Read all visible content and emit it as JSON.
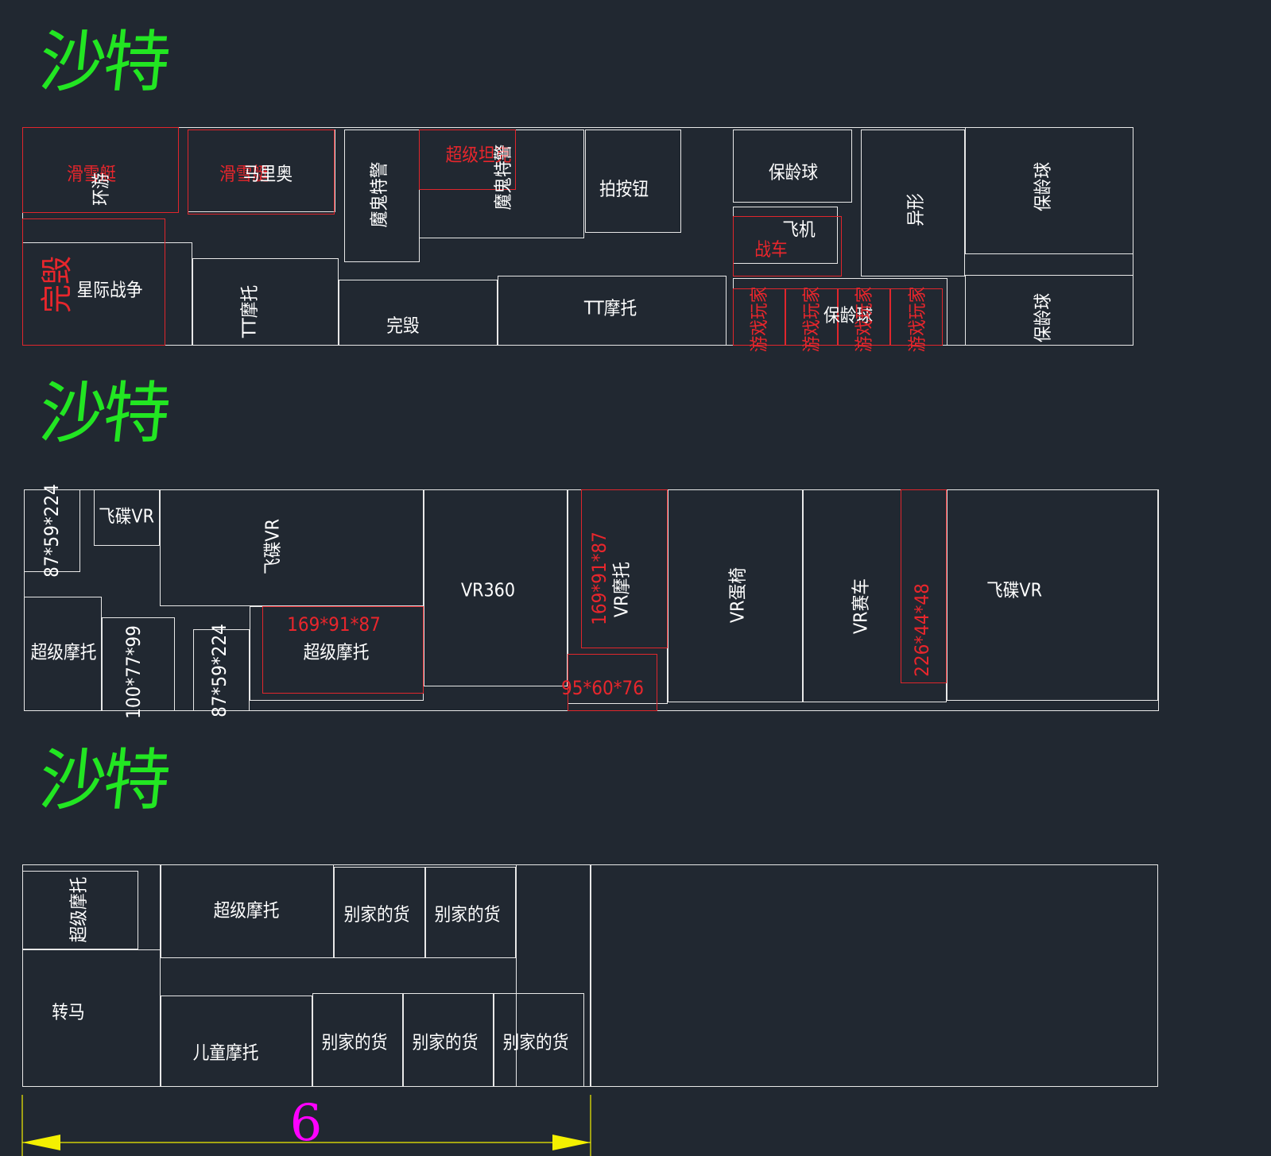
{
  "title": "沙特",
  "colors": {
    "background": "#212831",
    "outline": "#e8e8e8",
    "highlight_red": "#e0262c",
    "title_green": "#22e622",
    "dimension_yellow": "#f4f000",
    "dimension_text_magenta": "#ff00ff"
  },
  "dimension": {
    "value": "6"
  },
  "sections": [
    {
      "title": "沙特",
      "labels": [
        "滑雪艇",
        "环游",
        "滑雪艇",
        "马里奥",
        "魔鬼特警",
        "超级坦克",
        "魔鬼特警",
        "拍按钮",
        "保龄球",
        "飞机",
        "战车",
        "异形",
        "保龄球",
        "完毁",
        "星际战争",
        "TT摩托",
        "完毁",
        "TT摩托",
        "游戏玩家",
        "游戏玩家",
        "保龄球",
        "游戏玩家",
        "游戏玩家",
        "保龄球"
      ]
    },
    {
      "title": "沙特",
      "labels": [
        "87*59*224",
        "飞碟VR",
        "飞碟VR",
        "VR360",
        "169*91*87",
        "VR摩托",
        "VR蛋椅",
        "VR赛车",
        "226*44*48",
        "飞碟VR",
        "超级摩托",
        "100*77*99",
        "87*59*224",
        "169*91*87",
        "超级摩托",
        "95*60*76"
      ]
    },
    {
      "title": "沙特",
      "labels": [
        "超级摩托",
        "超级摩托",
        "别家的货",
        "别家的货",
        "转马",
        "儿童摩托",
        "别家的货",
        "别家的货",
        "别家的货"
      ]
    }
  ]
}
